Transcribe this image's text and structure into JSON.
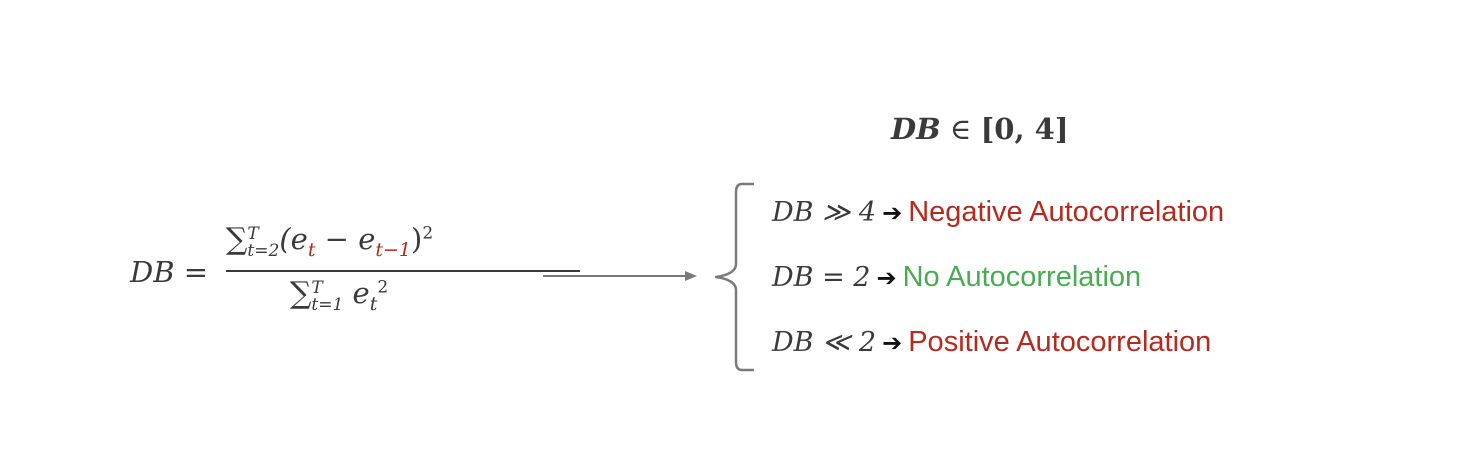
{
  "formula": {
    "lhs": "DB =",
    "sum_symbol": "∑",
    "num_upper": "T",
    "num_lower": "t=2",
    "num_open": "(e",
    "num_sub_t": "t",
    "num_minus": " − e",
    "num_sub_t1": "t−1",
    "num_close": ")",
    "num_power": "2",
    "den_upper": "T",
    "den_lower": "t=1",
    "den_e": " e",
    "den_sub_t": "t",
    "den_power": "2"
  },
  "range": {
    "var": "DB",
    "in": " ∈ ",
    "interval": "[0, 4]"
  },
  "rows": [
    {
      "condition": "DB ≫ 4",
      "arrow": "➔",
      "label": "Negative Autocorrelation",
      "color": "#b52a1f"
    },
    {
      "condition": "DB = 2",
      "arrow": "➔",
      "label": "No Autocorrelation",
      "color": "#4aab55"
    },
    {
      "condition": "DB ≪ 2",
      "arrow": "➔",
      "label": "Positive Autocorrelation",
      "color": "#b52a1f"
    }
  ]
}
